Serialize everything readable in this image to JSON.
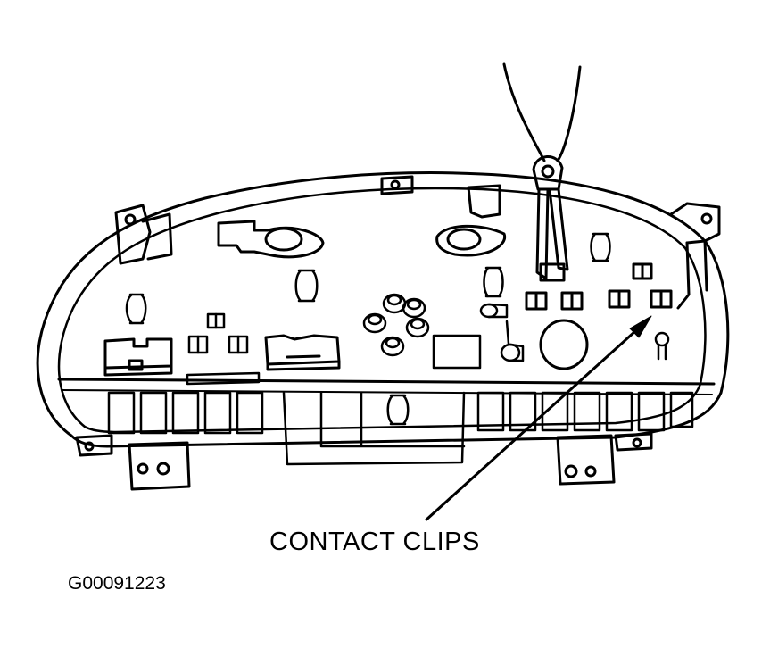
{
  "diagram": {
    "callout_label": "CONTACT CLIPS",
    "figure_id": "G00091223",
    "subject_icon": "instrument-cluster-rear-housing",
    "tool_icon": "pliers",
    "line_color": "#000000",
    "background_color": "#ffffff"
  }
}
